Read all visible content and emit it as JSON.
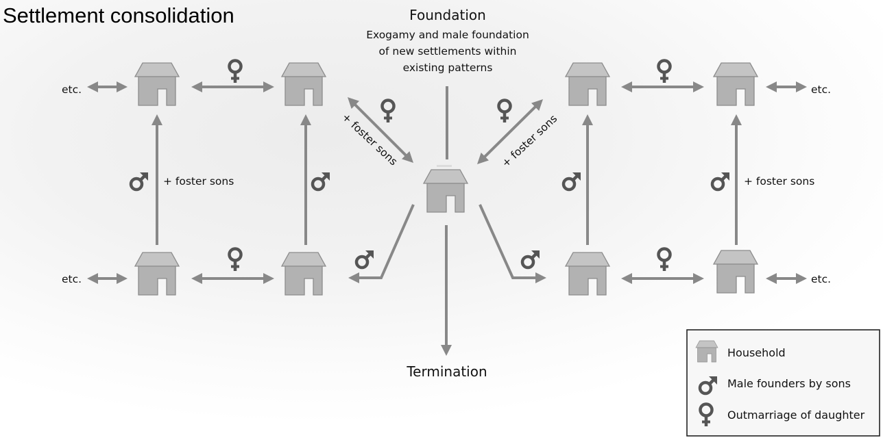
{
  "title": "Settlement consolidation",
  "foundation": {
    "heading": "Foundation",
    "lines": [
      "Exogamy and male foundation",
      "of new settlements within",
      "existing patterns"
    ]
  },
  "termination": "Termination",
  "labels": {
    "etc": "etc.",
    "foster_sons": "+ foster sons"
  },
  "nodes": [
    {
      "id": "tl1",
      "kind": "household"
    },
    {
      "id": "tl2",
      "kind": "household"
    },
    {
      "id": "bl1",
      "kind": "household"
    },
    {
      "id": "bl2",
      "kind": "household"
    },
    {
      "id": "center",
      "kind": "household"
    },
    {
      "id": "tr1",
      "kind": "household"
    },
    {
      "id": "tr2",
      "kind": "household"
    },
    {
      "id": "br1",
      "kind": "household"
    },
    {
      "id": "br2",
      "kind": "household"
    }
  ],
  "edges": [
    {
      "from": "etc",
      "to": "tl1",
      "type": "bidirectional"
    },
    {
      "from": "tl1",
      "to": "tl2",
      "type": "bidirectional",
      "symbol": "female"
    },
    {
      "from": "bl1",
      "to": "tl1",
      "type": "directed",
      "symbol": "male",
      "note": "+ foster sons"
    },
    {
      "from": "bl2",
      "to": "tl2",
      "type": "directed",
      "symbol": "male"
    },
    {
      "from": "etc",
      "to": "bl1",
      "type": "bidirectional"
    },
    {
      "from": "bl1",
      "to": "bl2",
      "type": "bidirectional",
      "symbol": "female"
    },
    {
      "from": "tl2",
      "to": "center",
      "type": "bidirectional",
      "symbol": "female",
      "note": "+ foster sons"
    },
    {
      "from": "center",
      "to": "tr1",
      "type": "bidirectional",
      "symbol": "female",
      "note": "+ foster sons"
    },
    {
      "from": "center",
      "to": "bl2",
      "type": "directed",
      "symbol": "male"
    },
    {
      "from": "center",
      "to": "br1",
      "type": "directed",
      "symbol": "male"
    },
    {
      "from": "foundation",
      "to": "center",
      "type": "line"
    },
    {
      "from": "center",
      "to": "termination",
      "type": "directed"
    },
    {
      "from": "tr1",
      "to": "tr2",
      "type": "bidirectional",
      "symbol": "female"
    },
    {
      "from": "br1",
      "to": "tr1",
      "type": "directed",
      "symbol": "male"
    },
    {
      "from": "br2",
      "to": "tr2",
      "type": "directed",
      "symbol": "male",
      "note": "+ foster sons"
    },
    {
      "from": "tr2",
      "to": "etc",
      "type": "bidirectional"
    },
    {
      "from": "br1",
      "to": "br2",
      "type": "bidirectional",
      "symbol": "female"
    },
    {
      "from": "br2",
      "to": "etc",
      "type": "bidirectional"
    }
  ],
  "legend": {
    "items": [
      {
        "icon": "house-icon",
        "label": "Household"
      },
      {
        "icon": "male-symbol-icon",
        "label": "Male founders by sons"
      },
      {
        "icon": "female-symbol-icon",
        "label": "Outmarriage of daughter"
      }
    ]
  },
  "colors": {
    "arrow": "#888888",
    "roof": "#c4c4c4",
    "wall": "#b2b2b2",
    "symbol": "#555555"
  }
}
